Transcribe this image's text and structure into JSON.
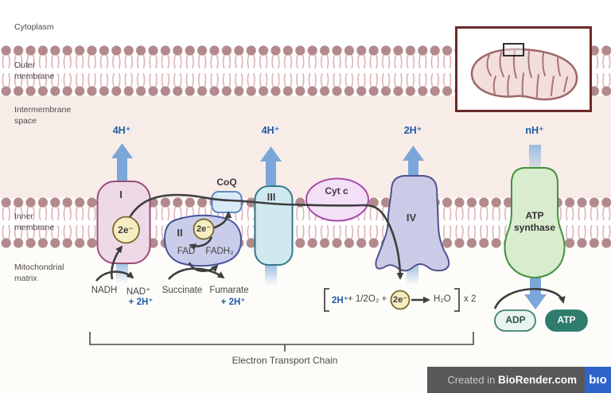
{
  "regions": {
    "cytoplasm": "Cytoplasm",
    "outer_membrane": "Outer membrane",
    "intermembrane_space": "Intermembrane space",
    "inner_membrane": "Inner membrane",
    "mitochondrial_matrix": "Mitochondrial matrix"
  },
  "proton_flows": {
    "complex1": "4H⁺",
    "complex3": "4H⁺",
    "complex4": "2H⁺",
    "atp_synthase": "nH⁺"
  },
  "complexes": {
    "c1": "I",
    "c2": "II",
    "c3": "III",
    "c4": "IV",
    "coq": "CoQ",
    "cytc": "Cyt c",
    "atp_synthase": "ATP synthase"
  },
  "electron_label": "2e⁻",
  "complex2_internals": {
    "fad": "FAD",
    "fadh2": "FADH₂"
  },
  "substrates": {
    "nadh": "NADH",
    "nad": "NAD⁺",
    "nad_protons": "+ 2H⁺",
    "succinate": "Succinate",
    "fumarate": "Fumarate",
    "fumarate_protons": "+ 2H⁺"
  },
  "equation": {
    "protons": "2H⁺",
    "oxygen": "+ 1/2O₂ +",
    "electrons": "2e⁻",
    "product": "H₂O",
    "multiplier": "x 2"
  },
  "energy": {
    "adp": "ADP",
    "atp": "ATP"
  },
  "bracket_label": "Electron Transport Chain",
  "watermark": {
    "created_in": "Created in ",
    "brand": "BioRender.com",
    "logo": "bıo"
  },
  "colors": {
    "intermembrane_bg": "#f8ece8",
    "matrix_bg": "#fdfcf9",
    "lipid_head": "#b28a8c",
    "lipid_tail": "#dcaeb2",
    "proton_blue_arrow": "#7ba7d8",
    "proton_blue_text": "#1e5ba6",
    "complex1_fill": "#eed9e7",
    "complex1_stroke": "#9c4d78",
    "complex2_fill": "#c9cde9",
    "complex2_stroke": "#47549b",
    "coq_fill": "#d9ebf9",
    "coq_stroke": "#4e7fc0",
    "complex3_fill": "#d0e9ef",
    "complex3_stroke": "#34798b",
    "cytc_fill": "#f3e0f7",
    "cytc_stroke": "#a84ca8",
    "complex4_fill": "#cbcbe8",
    "complex4_stroke": "#52528f",
    "atp_synthase_fill": "#d9ecce",
    "atp_synthase_stroke": "#44903c",
    "electron_fill": "#f6eec3",
    "electron_stroke": "#77682b",
    "adp_fill": "#e9f4ef",
    "adp_stroke": "#41806f",
    "atp_fill": "#2e7c6c",
    "dark_arrow": "#3e3e3e",
    "watermark_bar": "#58585a",
    "logo_blue": "#2e63cb",
    "inset_border": "#6b2a2a"
  }
}
